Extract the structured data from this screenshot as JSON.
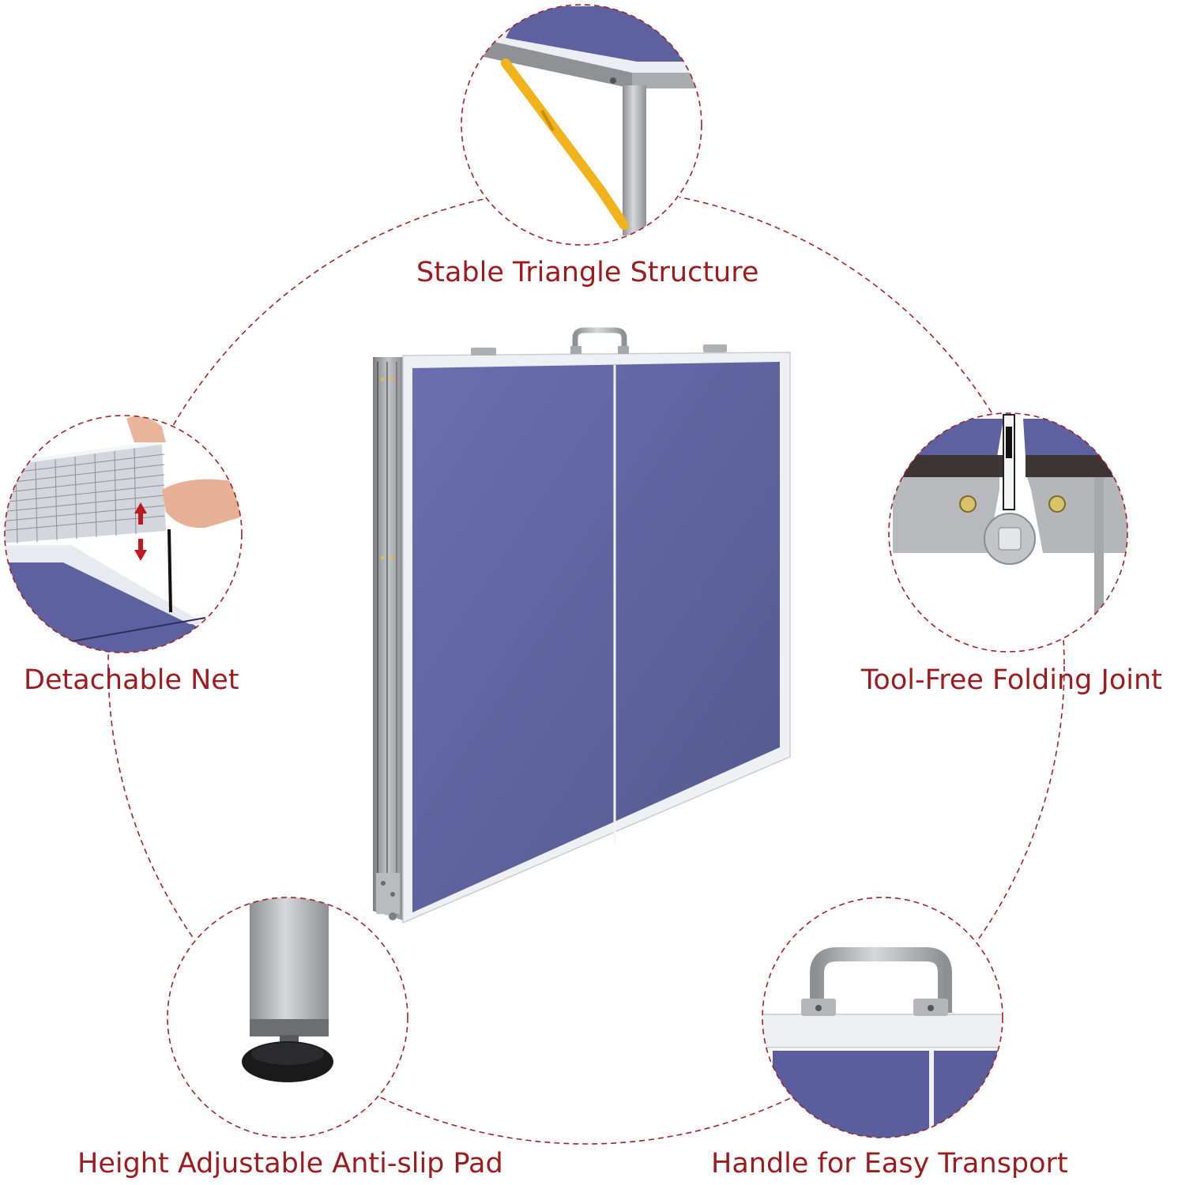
{
  "theme": {
    "label_color": "#9b1b1e",
    "dash_color": "#a02428",
    "table_blue": "#5b5f9e",
    "table_border": "#e8eaf0",
    "frame_gray": "#9a9c9e",
    "strap_yellow": "#f2b21b"
  },
  "features": {
    "top": {
      "label": "Stable Triangle Structure",
      "icon": "triangle-structure-closeup"
    },
    "left": {
      "label": "Detachable Net",
      "icon": "net-closeup"
    },
    "right": {
      "label": "Tool-Free Folding Joint",
      "icon": "folding-joint-closeup"
    },
    "bottom_left": {
      "label": "Height Adjustable Anti-slip Pad",
      "icon": "leg-pad-closeup"
    },
    "bottom_right": {
      "label": "Handle for Easy Transport",
      "icon": "handle-closeup"
    }
  },
  "product": {
    "icon": "folded-ping-pong-table"
  }
}
